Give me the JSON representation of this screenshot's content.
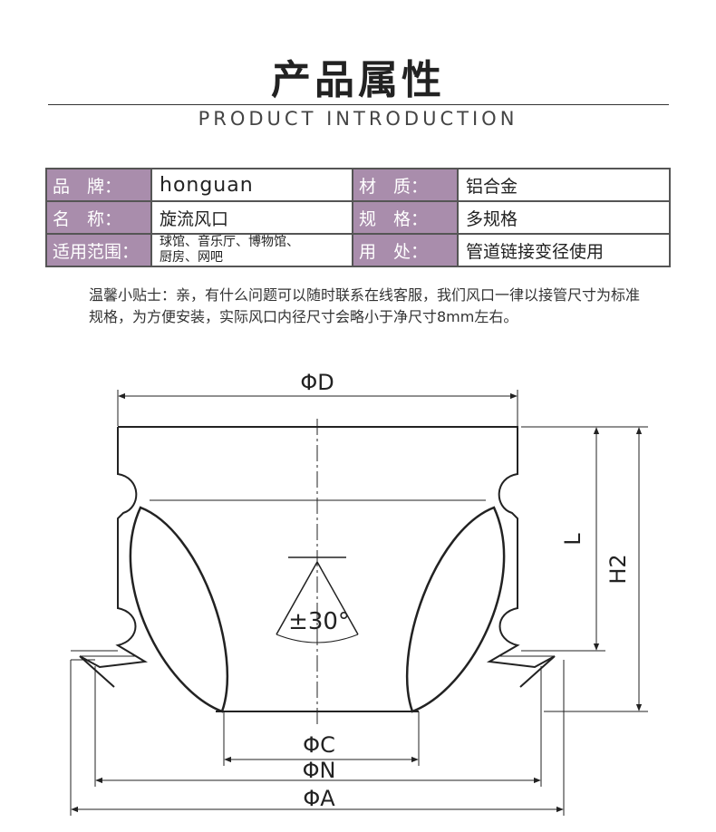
{
  "header": {
    "title": "产品属性",
    "subtitle": "PRODUCT INTRODUCTION"
  },
  "attributes": {
    "brand_label": "品　牌：",
    "brand_value": "honguan",
    "material_label": "材　质：",
    "material_value": "铝合金",
    "name_label": "名　称：",
    "name_value": "旋流风口",
    "spec_label": "规　格：",
    "spec_value": "多规格",
    "scope_label": "适用范围：",
    "scope_value_line1": "球馆、音乐厅、博物馆、",
    "scope_value_line2": "厨房、网吧",
    "use_label": "用　处：",
    "use_value": "管道链接变径使用"
  },
  "tip": {
    "text": "温馨小贴士：亲，有什么问题可以随时联系在线客服，我们风口一律以接管尺寸为标准规格，为方便安装，实际风口内径尺寸会略小于净尺寸8mm左右。"
  },
  "diagram": {
    "label_d": "ΦD",
    "label_c": "ΦC",
    "label_n": "ΦN",
    "label_a": "ΦA",
    "label_l": "L",
    "label_h2": "H2",
    "label_angle": "±30°"
  }
}
